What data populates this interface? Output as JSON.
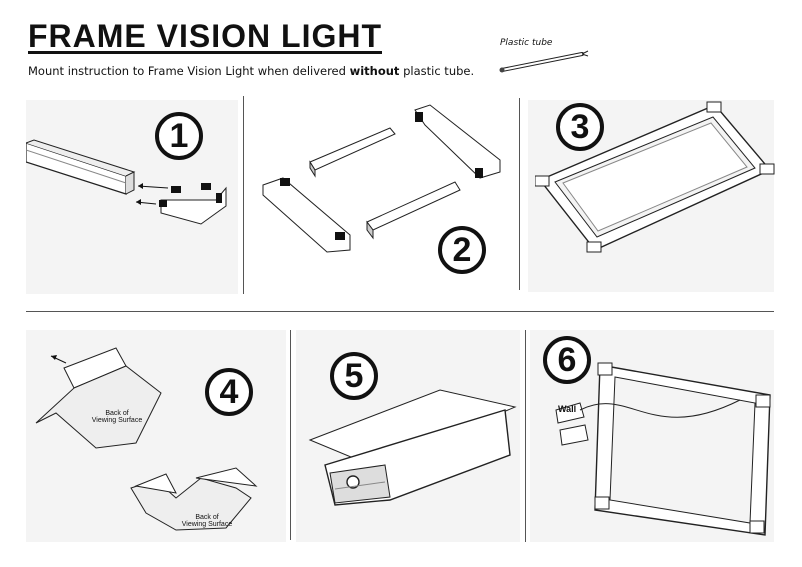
{
  "header": {
    "title": "FRAME VISION LIGHT",
    "subtitle_pre": "Mount instruction to Frame Vision Light when delivered ",
    "subtitle_bold": "without",
    "subtitle_post": " plastic tube.",
    "tube_label": "Plastic tube"
  },
  "steps": [
    {
      "number": "1"
    },
    {
      "number": "2"
    },
    {
      "number": "3"
    },
    {
      "number": "4",
      "labels": [
        "Back of",
        "Viewing Surface",
        "Back of",
        "Viewing Surface"
      ]
    },
    {
      "number": "5"
    },
    {
      "number": "6",
      "wall_label": "Wall"
    }
  ],
  "colors": {
    "ink": "#111111",
    "panel": "#f4f4f4",
    "divider": "#555555"
  }
}
